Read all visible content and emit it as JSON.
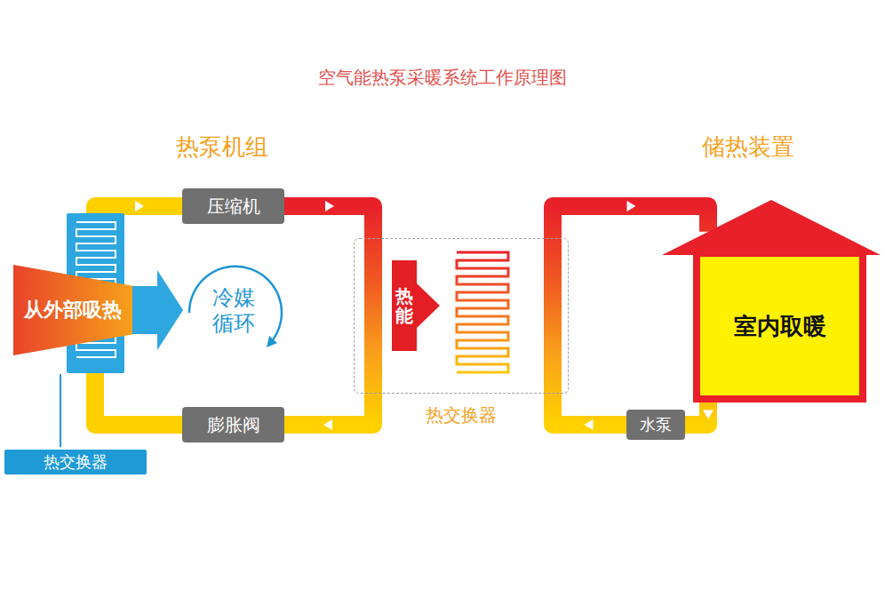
{
  "diagram": {
    "title": "空气能热泵采暖系统工作原理图",
    "nodes": [
      {
        "text": [
          "压缩机"
        ]
      },
      {
        "text": [
          "从外部吸热"
        ]
      },
      {
        "text": [
          "热交换器"
        ]
      },
      {
        "text": [
          "热能"
        ],
        "in": 2
      },
      {
        "text": [
          "室内取暖"
        ]
      },
      {
        "text": [
          "膨胀阀"
        ]
      },
      {
        "text": [
          "水泵"
        ]
      },
      {
        "text": [
          "热交换器"
        ]
      }
    ],
    "edges": [
      {
        "from": 5,
        "to": 0,
        "arrow": "to"
      },
      {
        "from": 0,
        "to": 2,
        "arrow": "to"
      },
      {
        "from": 2,
        "to": 5,
        "arrow": "to"
      },
      {
        "from": 2,
        "to": 4,
        "arrow": "to"
      },
      {
        "from": 4,
        "to": 6,
        "arrow": "to"
      },
      {
        "from": 6,
        "to": 2,
        "arrow": "to"
      }
    ],
    "labels": [
      "热泵机组",
      "储热装置",
      "冷媒 循环"
    ]
  }
}
